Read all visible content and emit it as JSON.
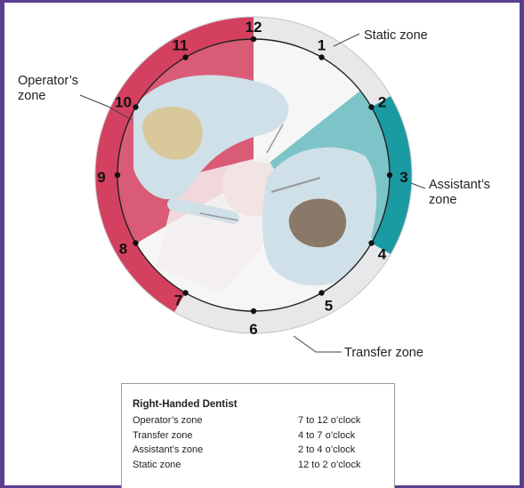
{
  "clock_numbers": [
    "1",
    "2",
    "3",
    "4",
    "5",
    "6",
    "7",
    "8",
    "9",
    "10",
    "11",
    "12"
  ],
  "zones": {
    "static": "Static zone",
    "operator": "Operator’s\nzone",
    "assistant": "Assistant’s\nzone",
    "transfer": "Transfer zone"
  },
  "colors": {
    "operator": "#d4405f",
    "assistant": "#1a9aa2",
    "neutral": "#e8e8ea",
    "frame": "#5a3f8e"
  },
  "legend": {
    "title": "Right-Handed Dentist",
    "rows": [
      {
        "zone": "Operator’s zone",
        "range": "7 to 12 o’clock"
      },
      {
        "zone": "Transfer zone",
        "range": "4 to 7 o’clock"
      },
      {
        "zone": "Assistant’s zone",
        "range": "2 to 4 o’clock"
      },
      {
        "zone": "Static zone",
        "range": "12 to 2 o’clock"
      }
    ]
  }
}
